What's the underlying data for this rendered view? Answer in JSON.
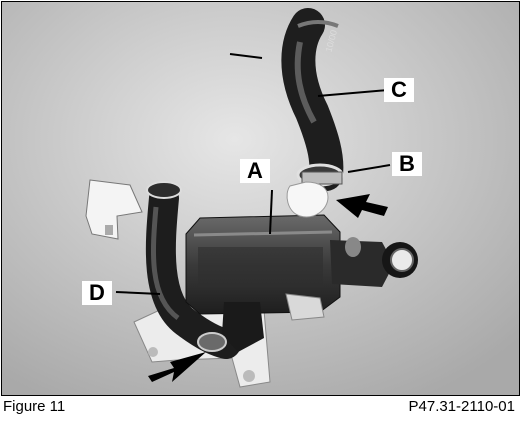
{
  "figure": {
    "caption": "Figure 11",
    "code": "P47.31-2110-01",
    "hose_marking": "10/00",
    "callouts": {
      "a": "A",
      "b": "B",
      "c": "C",
      "d": "D"
    }
  }
}
